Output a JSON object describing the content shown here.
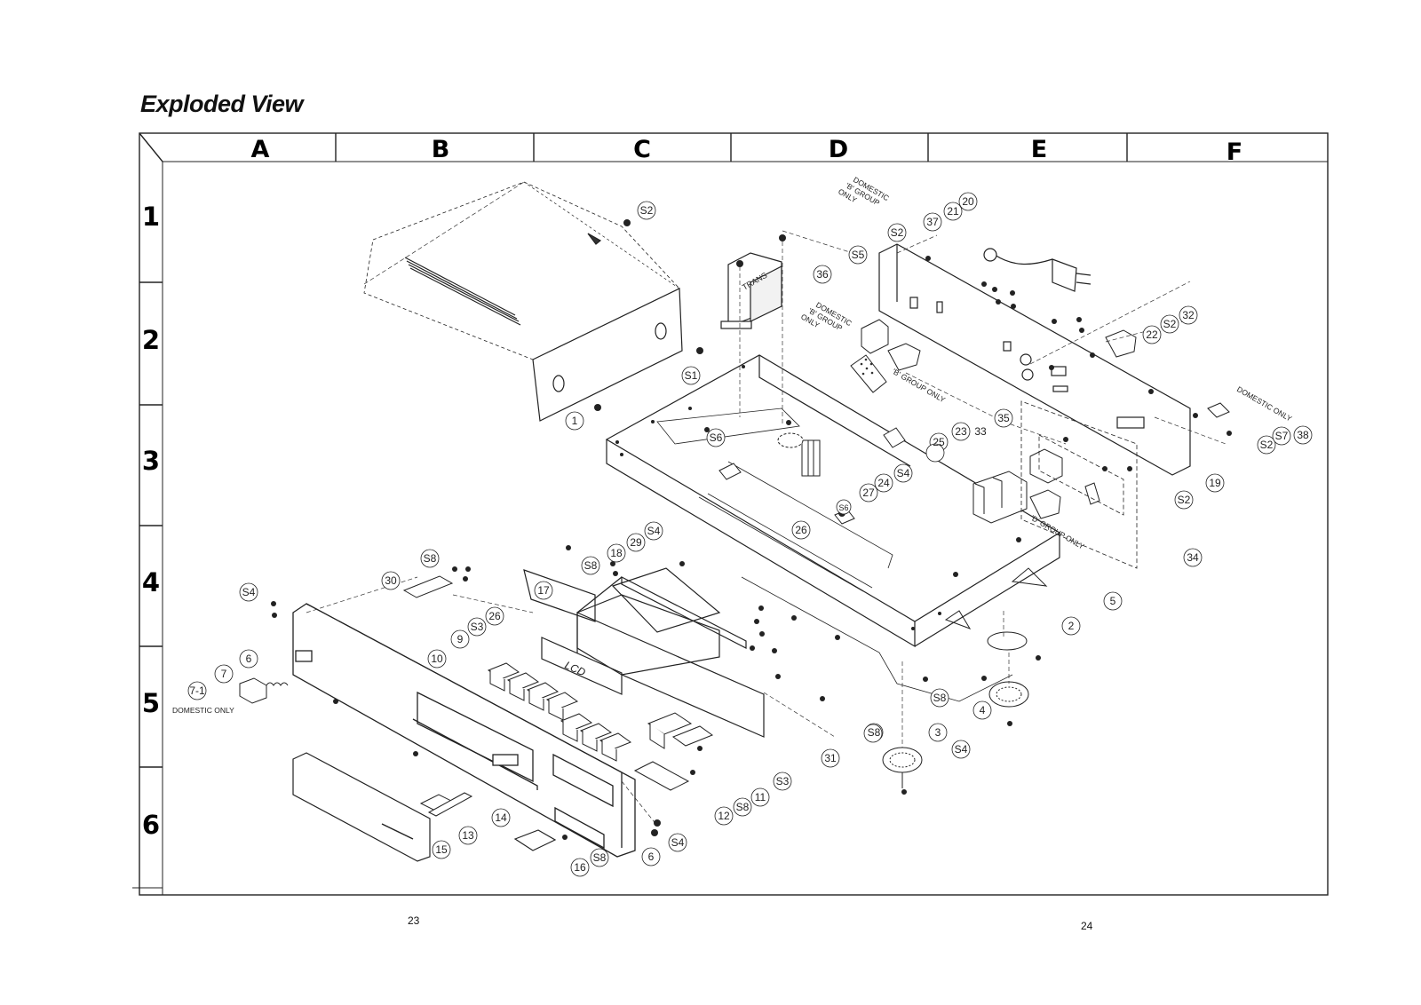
{
  "title": "Exploded View",
  "page_numbers": {
    "left": "23",
    "right": "24"
  },
  "grid": {
    "columns": [
      "A",
      "B",
      "C",
      "D",
      "E",
      "F"
    ],
    "rows": [
      "1",
      "2",
      "3",
      "4",
      "5",
      "6"
    ]
  },
  "labels": {
    "domestic_b_group_top": [
      "DOMESTIC",
      "'B' GROUP",
      "ONLY"
    ],
    "domestic_b_group_mid": [
      "DOMESTIC",
      "'B' GROUP",
      "ONLY"
    ],
    "b_group_only": "'B' GROUP ONLY",
    "d_group_only": "'D' GROUP ONLY",
    "domestic_only_right": "DOMESTIC ONLY",
    "domestic_only_left": "DOMESTIC ONLY",
    "trans": "TRANS",
    "lcd": "LCD"
  },
  "callouts": [
    "1",
    "2",
    "3",
    "4",
    "5",
    "6",
    "6",
    "7",
    "7-1",
    "9",
    "10",
    "11",
    "12",
    "13",
    "14",
    "15",
    "16",
    "17",
    "18",
    "19",
    "20",
    "21",
    "22",
    "23",
    "24",
    "25",
    "26",
    "26",
    "27",
    "29",
    "30",
    "31",
    "32",
    "33",
    "34",
    "35",
    "36",
    "37",
    "38",
    "S1",
    "S2",
    "S2",
    "S2",
    "S2",
    "S2",
    "S3",
    "S3",
    "S4",
    "S4",
    "S4",
    "S4",
    "S4",
    "S5",
    "S6",
    "S6",
    "S7",
    "S8",
    "S8",
    "S8",
    "S8",
    "S8",
    "S8"
  ]
}
